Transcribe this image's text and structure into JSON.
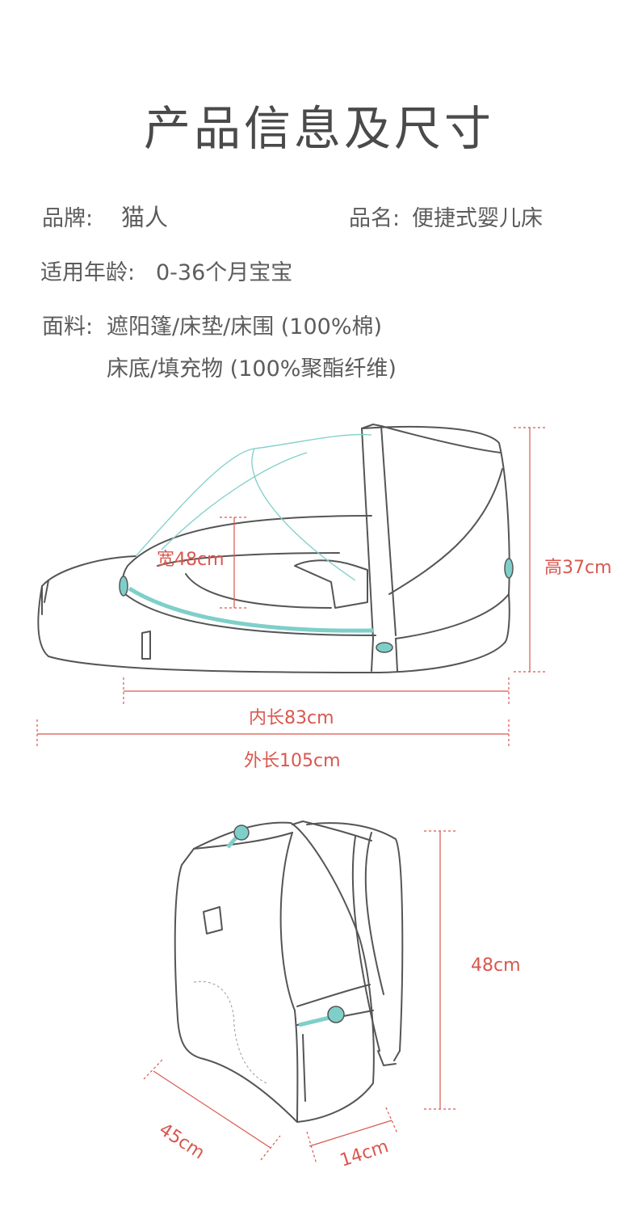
{
  "title": "产品信息及尺寸",
  "specs": {
    "brand_label": "品牌:",
    "brand_value": "猫人",
    "name_label": "品名:",
    "name_value": "便捷式婴儿床",
    "age_label": "适用年龄:",
    "age_value": "0-36个月宝宝",
    "fabric_label": "面料:",
    "fabric_line1": "遮阳篷/床垫/床围 (100%棉)",
    "fabric_line2": "床底/填充物 (100%聚酯纤维)"
  },
  "bed_dimensions": {
    "width": "宽48cm",
    "height": "高37cm",
    "inner_length": "内长83cm",
    "outer_length": "外长105cm"
  },
  "backpack_dimensions": {
    "height": "48cm",
    "width": "45cm",
    "depth": "14cm"
  },
  "colors": {
    "line": "#555555",
    "accent": "#7fcfc9",
    "dimension": "#d9574f"
  }
}
